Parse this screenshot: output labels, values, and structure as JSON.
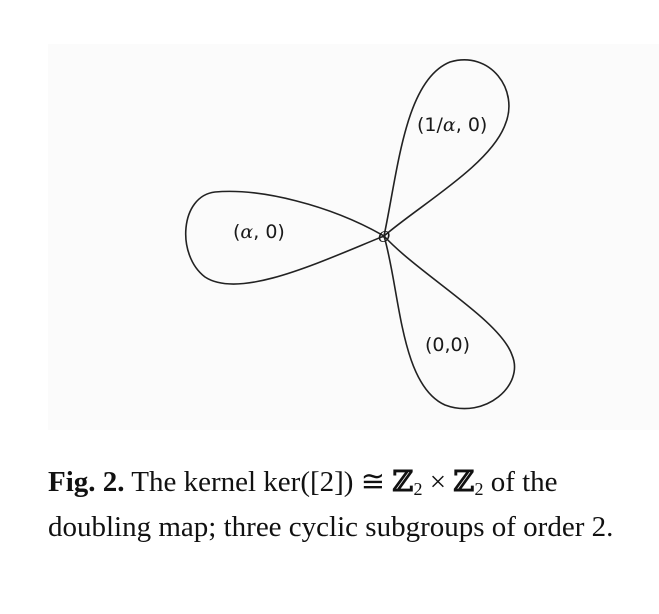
{
  "figure": {
    "origin_label": "O",
    "loops": [
      {
        "label_left": "(1/",
        "label_italic": "α",
        "label_right": ", 0)"
      },
      {
        "label_left": "(",
        "label_italic": "α",
        "label_right": ", 0)"
      },
      {
        "label_left": "(0,0)",
        "label_italic": "",
        "label_right": ""
      }
    ]
  },
  "caption": {
    "fig_label": "Fig. 2.",
    "text_before": " The kernel ker([2]) ≅ ",
    "z_symbol": "ℤ",
    "z_sub": "2",
    "times": " × ",
    "text_after": " of the doubling map; three cyclic subgroups of order 2."
  }
}
